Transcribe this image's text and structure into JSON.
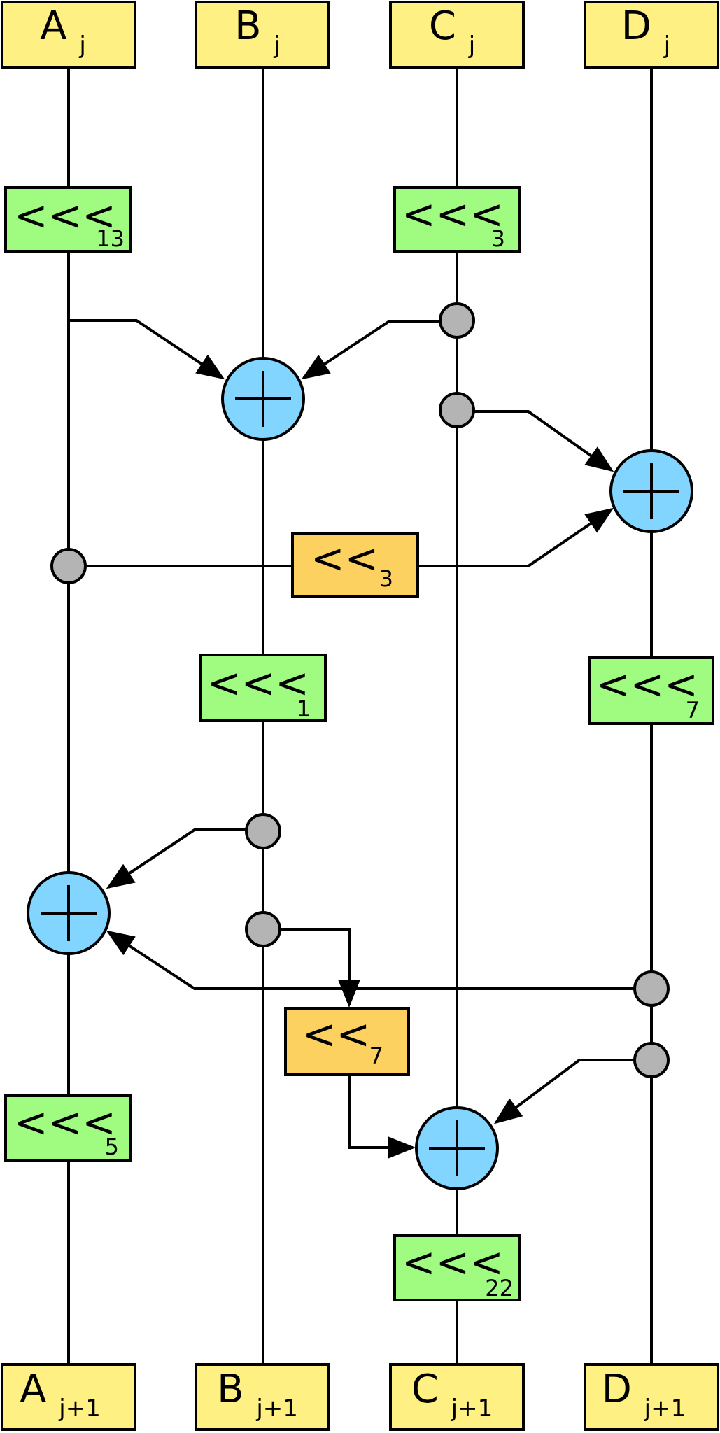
{
  "colors": {
    "variable_fill": "#fef082",
    "rotate_fill": "#9ffc80",
    "shift_fill": "#fdd15f",
    "xor_fill": "#82d5fe",
    "junction_fill": "#b4b4b4",
    "line": "#000000"
  },
  "inputs": [
    {
      "symbol": "A",
      "subscript": "j"
    },
    {
      "symbol": "B",
      "subscript": "j"
    },
    {
      "symbol": "C",
      "subscript": "j"
    },
    {
      "symbol": "D",
      "subscript": "j"
    }
  ],
  "outputs": [
    {
      "symbol": "A",
      "subscript": "j+1"
    },
    {
      "symbol": "B",
      "subscript": "j+1"
    },
    {
      "symbol": "C",
      "subscript": "j+1"
    },
    {
      "symbol": "D",
      "subscript": "j+1"
    }
  ],
  "operations": {
    "rotate_a_13": {
      "op": "<<<",
      "amount": "13"
    },
    "rotate_c_3": {
      "op": "<<<",
      "amount": "3"
    },
    "shift_a_3": {
      "op": "<<",
      "amount": "3"
    },
    "rotate_b_1": {
      "op": "<<<",
      "amount": "1"
    },
    "rotate_d_7": {
      "op": "<<<",
      "amount": "7"
    },
    "shift_b_7": {
      "op": "<<",
      "amount": "7"
    },
    "rotate_a_5": {
      "op": "<<<",
      "amount": "5"
    },
    "rotate_c_22": {
      "op": "<<<",
      "amount": "22"
    }
  },
  "xor_nodes": {
    "symbol": "+",
    "count": 4
  }
}
